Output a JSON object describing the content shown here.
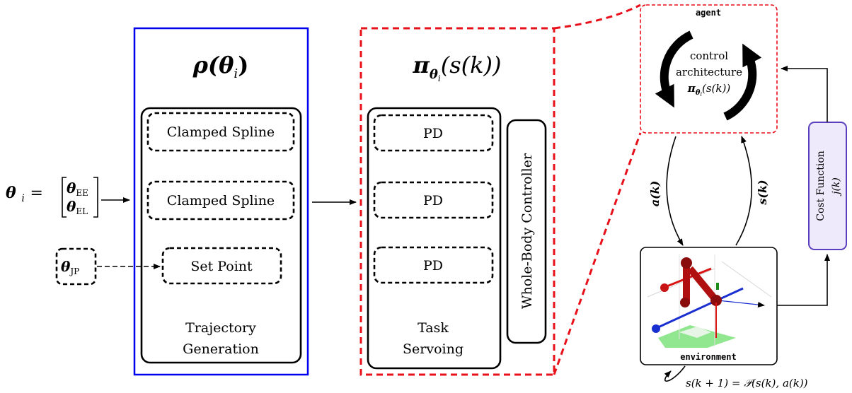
{
  "theta_eq": {
    "symbol": "θ",
    "sub": "i",
    "eq": " = ",
    "top_sub": "EE",
    "bot_sub": "EL"
  },
  "theta_jp": {
    "symbol": "θ",
    "sub": "JP"
  },
  "rho_block": {
    "title_fn": "ρ(",
    "title_arg": "θ",
    "title_sub": "i",
    "title_close": ")",
    "items": [
      "Clamped Spline",
      "Clamped Spline",
      "Set Point"
    ],
    "label_line1": "Trajectory",
    "label_line2": "Generation"
  },
  "pi_block": {
    "title_fn": "π",
    "title_sub_sym": "θ",
    "title_sub_sub": "i",
    "title_arg": "(s(k))",
    "items": [
      "PD",
      "PD",
      "PD"
    ],
    "label_line1": "Task",
    "label_line2": "Servoing",
    "wbc": "Whole-Body Controller"
  },
  "agent": {
    "label": "agent",
    "line1": "control",
    "line2": "architecture",
    "pi": "π",
    "pi_sub": "θ",
    "pi_subsub": "i",
    "pi_arg": "(s(k))"
  },
  "signals": {
    "action": "a(k)",
    "state": "s(k)"
  },
  "environment": {
    "label": "environment"
  },
  "cost": {
    "line1": "Cost Function",
    "line2": "j(k)"
  },
  "transition": "s(k + 1) = 𝒫(s(k), a(k))",
  "colors": {
    "blue": "#0000ee",
    "red": "#e8101a",
    "cost_fill": "#eeeafb",
    "cost_border": "#5b3fbf"
  }
}
